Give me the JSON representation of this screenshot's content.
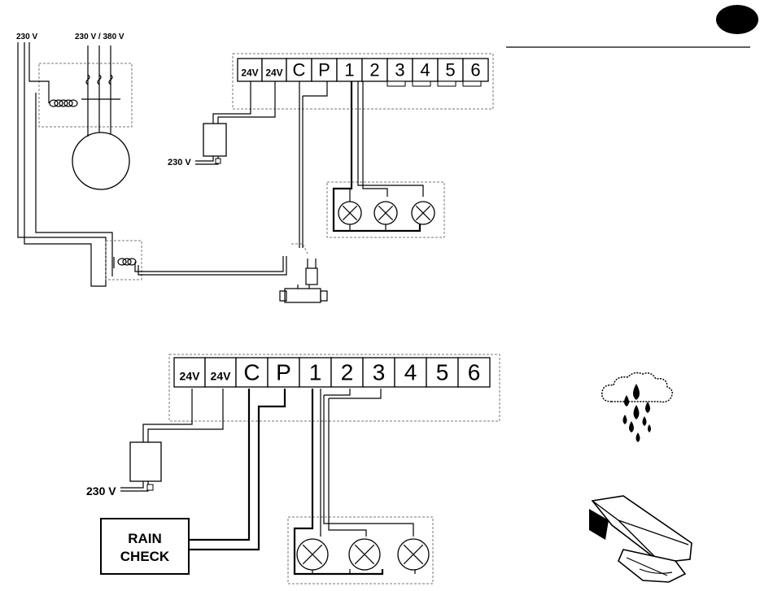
{
  "top_diagram": {
    "supply_left": "230 V",
    "supply_motor": "230 V / 380 V",
    "transformer_supply": "230 V",
    "terminals": [
      "24V",
      "24V",
      "C",
      "P",
      "1",
      "2",
      "3",
      "4",
      "5",
      "6"
    ]
  },
  "bottom_diagram": {
    "transformer_supply": "230 V",
    "terminals": [
      "24V",
      "24V",
      "C",
      "P",
      "1",
      "2",
      "3",
      "4",
      "5",
      "6"
    ],
    "rain_check_line1": "RAIN",
    "rain_check_line2": "CHECK"
  },
  "icons": [
    "language-badge-icon",
    "rain-cloud-icon",
    "rain-sensor-icon"
  ]
}
